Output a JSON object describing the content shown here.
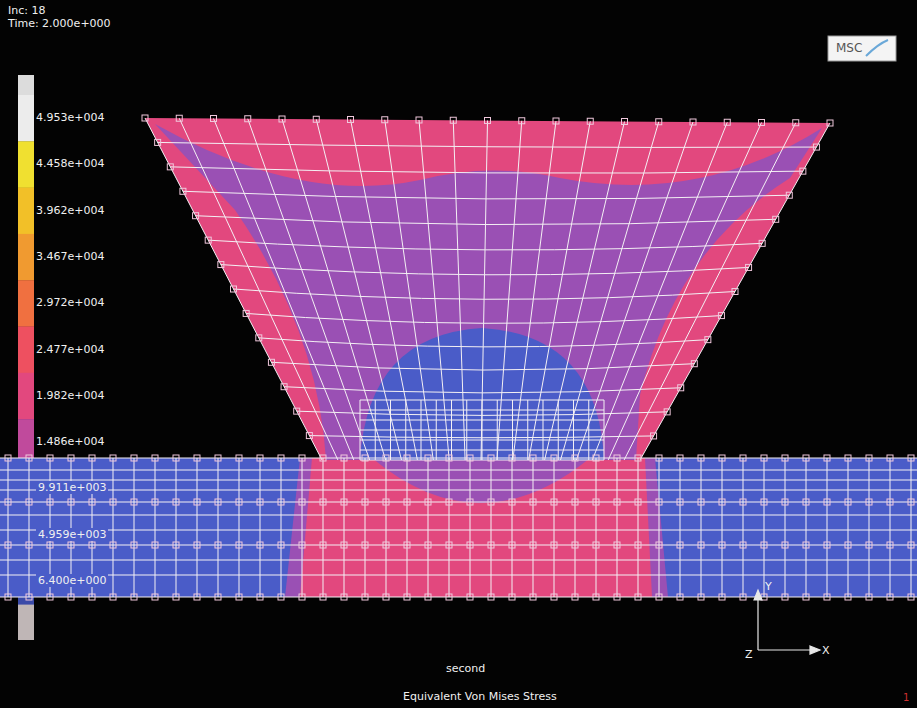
{
  "diagram": {
    "caption": "Equivalent Von Mises Stress",
    "labels": [
      "Inc: 18",
      "Time: 2.000e+000",
      "MSC",
      "second",
      "Y",
      "Z",
      "X",
      "1"
    ],
    "legend": [
      {
        "text": "4.953e+004",
        "color": "#ececec"
      },
      {
        "text": "4.458e+004",
        "color": "#f0e030"
      },
      {
        "text": "3.962e+004",
        "color": "#f2c028"
      },
      {
        "text": "3.467e+004",
        "color": "#f09a30"
      },
      {
        "text": "2.972e+004",
        "color": "#f07040"
      },
      {
        "text": "2.477e+004",
        "color": "#ee5060"
      },
      {
        "text": "1.982e+004",
        "color": "#e2487e"
      },
      {
        "text": "1.486e+004",
        "color": "#c04a9c"
      },
      {
        "text": "9.911e+003",
        "color": "#9a50b4"
      },
      {
        "text": "4.959e+003",
        "color": "#4a5cc8"
      },
      {
        "text": "6.400e+000",
        "color": "#3a4aa8"
      }
    ]
  }
}
